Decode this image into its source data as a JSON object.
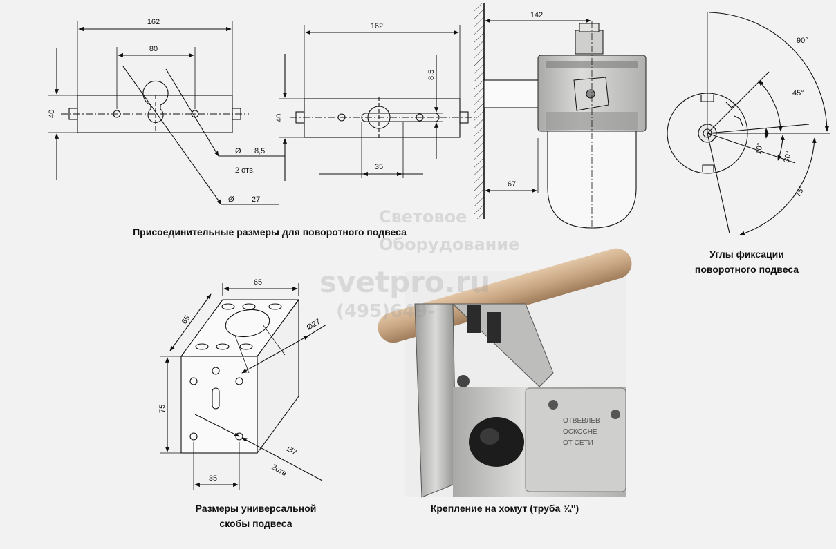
{
  "colors": {
    "background": "#f2f2f2",
    "line": "#111111",
    "metal": "#c9c9c7",
    "pipe": "#c8a582",
    "glass": "#f7f7f7"
  },
  "captions": {
    "swivel_dimensions": "Присоединительные размеры для поворотного подвеса",
    "fixation_angles_line1": "Углы фиксации",
    "fixation_angles_line2": "поворотного подвеса",
    "bracket_line1": "Размеры универсальной",
    "bracket_line2": "скобы подвеса",
    "clamp_mount": "Крепление на хомут (труба ¾'')"
  },
  "watermark": {
    "line1": "Световое",
    "line2": "Оборудование",
    "site": "svetpro.ru",
    "phone": "(495)649-"
  },
  "plan_view": {
    "width": "162",
    "hole_spacing": "80",
    "height": "40",
    "hole_dia_symbol": "Ø",
    "hole_dia": "8,5",
    "hole_count": "2 отв.",
    "center_dia_symbol": "Ø",
    "center_dia": "27"
  },
  "side_view": {
    "width": "162",
    "height": "40",
    "offset": "8,5",
    "slot_spacing": "35"
  },
  "luminaire": {
    "projection": "142",
    "wall_offset": "67"
  },
  "angles": {
    "a90": "90°",
    "a45": "45°",
    "a10": "10°",
    "a30": "30°",
    "a75": "75°"
  },
  "bracket": {
    "top_width": "65",
    "side_length": "65",
    "height": "75",
    "hole_spacing": "35",
    "big_dia": "Ø27",
    "small_dia": "Ø7",
    "hole_count": "2отв."
  },
  "photo_label": {
    "line1": "ОТВЕВЛЕВ",
    "line2": "ОСКОСНЕ",
    "line3": "ОТ СЕТИ"
  }
}
